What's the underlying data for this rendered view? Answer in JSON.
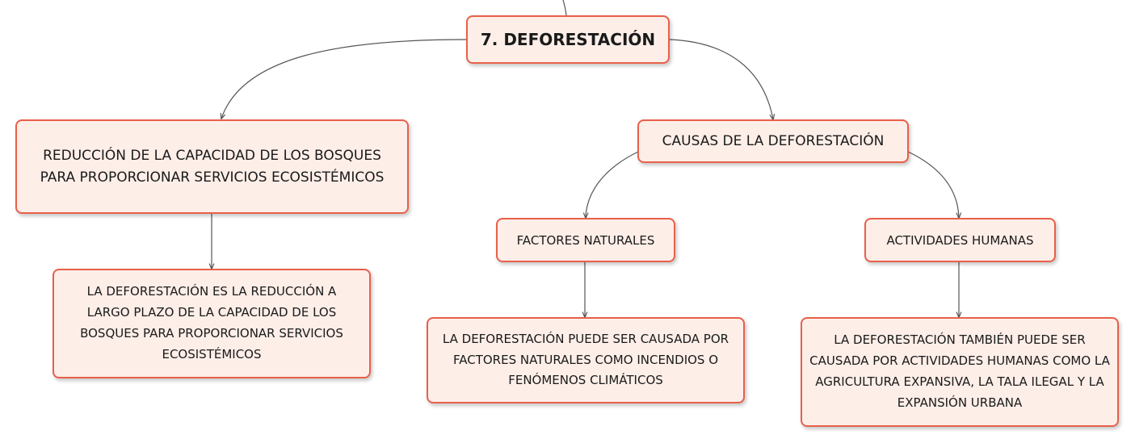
{
  "colors": {
    "node_border": "#e8604a",
    "node_fill": "#fdeee8",
    "connector": "#555555",
    "text": "#1a1a1a"
  },
  "nodes": {
    "root": {
      "label": "7. DEFORESTACIÓN"
    },
    "reduccion": {
      "label": "REDUCCIÓN DE LA CAPACIDAD DE LOS BOSQUES PARA PROPORCIONAR SERVICIOS ECOSISTÉMICOS"
    },
    "reduccion_detalle": {
      "label": "LA DEFORESTACIÓN ES LA REDUCCIÓN A LARGO PLAZO DE LA CAPACIDAD DE LOS BOSQUES PARA PROPORCIONAR SERVICIOS ECOSISTÉMICOS"
    },
    "causas": {
      "label": "CAUSAS DE LA DEFORESTACIÓN"
    },
    "factores_naturales": {
      "label": "FACTORES NATURALES"
    },
    "factores_naturales_detalle": {
      "label": "LA DEFORESTACIÓN PUEDE SER CAUSADA POR FACTORES NATURALES COMO INCENDIOS O FENÓMENOS CLIMÁTICOS"
    },
    "actividades_humanas": {
      "label": "ACTIVIDADES HUMANAS"
    },
    "actividades_humanas_detalle": {
      "label": "LA DEFORESTACIÓN TAMBIÉN PUEDE SER CAUSADA POR ACTIVIDADES HUMANAS COMO LA AGRICULTURA EXPANSIVA, LA TALA ILEGAL Y LA EXPANSIÓN URBANA"
    }
  }
}
